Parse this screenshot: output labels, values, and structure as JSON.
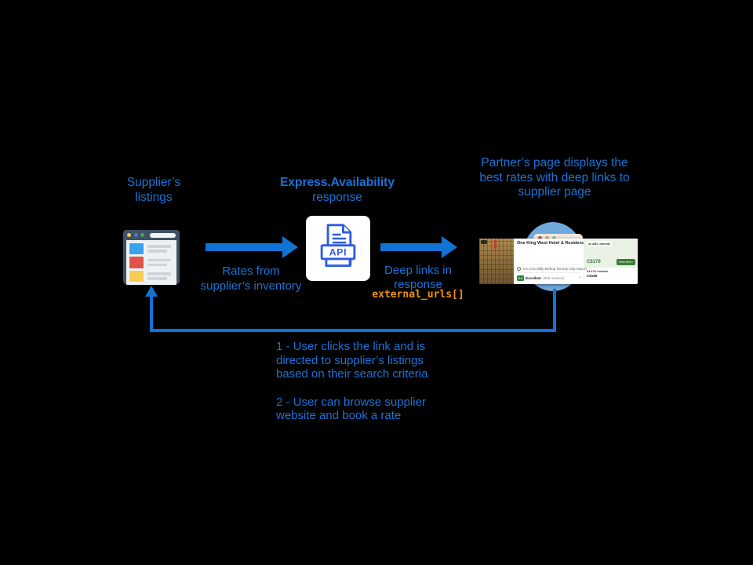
{
  "titles": {
    "supplier": [
      "Supplier’s",
      "listings"
    ],
    "api": [
      "Express.Availability",
      "response"
    ],
    "partner": [
      "Partner’s page displays the",
      "best rates with deep links to",
      "supplier page"
    ]
  },
  "arrows": {
    "rates_label": [
      "Rates from",
      "supplier’s inventory"
    ],
    "deeplinks_label": [
      "Deep links in",
      "response"
    ],
    "deeplinks_code": "external_urls[]"
  },
  "api_icon": {
    "label": "API"
  },
  "listing": {
    "name": "One King West Hotel & Residence",
    "location": "2.4 mi to Billy Bishop Toronto City Airport",
    "rating_score": "9.0",
    "rating_label": "Excellent",
    "rating_reviews": "(908 reviews)",
    "offer1": {
      "site": "At ABC website",
      "price": "C$179",
      "cta": "View Deal ›"
    },
    "offer2": {
      "site": "At XYZ website",
      "price": "C$186"
    }
  },
  "notes": {
    "step1": [
      "1 - User clicks the link and is",
      "directed to supplier’s listings",
      "based on their search criteria"
    ],
    "step2": [
      "2 - User can browse supplier",
      "website and book a rate"
    ]
  },
  "colors": {
    "text_blue": "#1a73d8",
    "arrow_blue": "#1173d4",
    "code_orange": "#ef930e",
    "api_blue": "#2d5be3",
    "circle_blue": "#6fa9dc",
    "price_green": "#2e7d32",
    "button_green": "#3c7a35"
  }
}
